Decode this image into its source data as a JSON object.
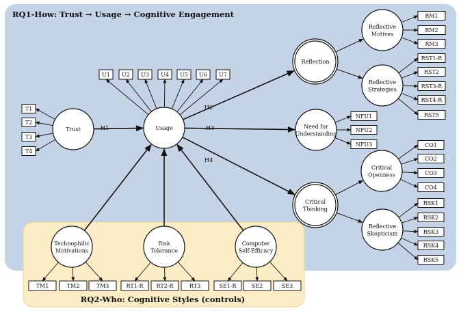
{
  "title_top": "RQ1-How: Trust → Usage → Cognitive Engagement",
  "title_bottom": "RQ2-Who: Cognitive Styles (controls)",
  "constructs": {
    "trust": [
      "Trust"
    ],
    "usage": [
      "Usage"
    ],
    "reflection": [
      "Reflection"
    ],
    "need": [
      "Need for",
      "Understanding"
    ],
    "critical": [
      "Critical",
      "Thinking"
    ],
    "rmotives": [
      "Reflective",
      "Motives"
    ],
    "rstrategies": [
      "Reflective",
      "Strategies"
    ],
    "openness": [
      "Critical",
      "Openness"
    ],
    "skepticism": [
      "Reflective",
      "Skepticism"
    ],
    "techno": [
      "Technophilic",
      "Motivations"
    ],
    "risk": [
      "Risk",
      "Tolerance"
    ],
    "cse": [
      "Computer",
      "Self-Efficacy"
    ]
  },
  "indicators": {
    "trust": [
      "T1",
      "T2",
      "T3",
      "T4"
    ],
    "usage": [
      "U1",
      "U2",
      "U3",
      "U4",
      "U5",
      "U6",
      "U7"
    ],
    "rmotives": [
      "RM1",
      "RM2",
      "RM3"
    ],
    "rstrategies": [
      "RST1-R",
      "RST2",
      "RST3-R",
      "RST4-R",
      "RST5"
    ],
    "need": [
      "NFU1",
      "NFU2",
      "NFU3"
    ],
    "openness": [
      "CO1",
      "CO2",
      "CO3",
      "CO4"
    ],
    "skepticism": [
      "RSK1",
      "RSK2",
      "RSK3",
      "RSK4",
      "RSK5"
    ],
    "techno": [
      "TM1",
      "TM2",
      "TM3"
    ],
    "risk": [
      "RT1-R",
      "RT2-R",
      "RT3"
    ],
    "cse": [
      "SE1-R",
      "SE2",
      "SE3"
    ]
  },
  "paths": {
    "h1": "H1",
    "h2": "H2",
    "h3": "H3",
    "h4": "H4"
  },
  "colors": {
    "top_panel": "#c5d3e6",
    "bottom_panel": "#fdedc6",
    "bottom_panel_border": "#e8d49a",
    "ink": "#111111"
  }
}
